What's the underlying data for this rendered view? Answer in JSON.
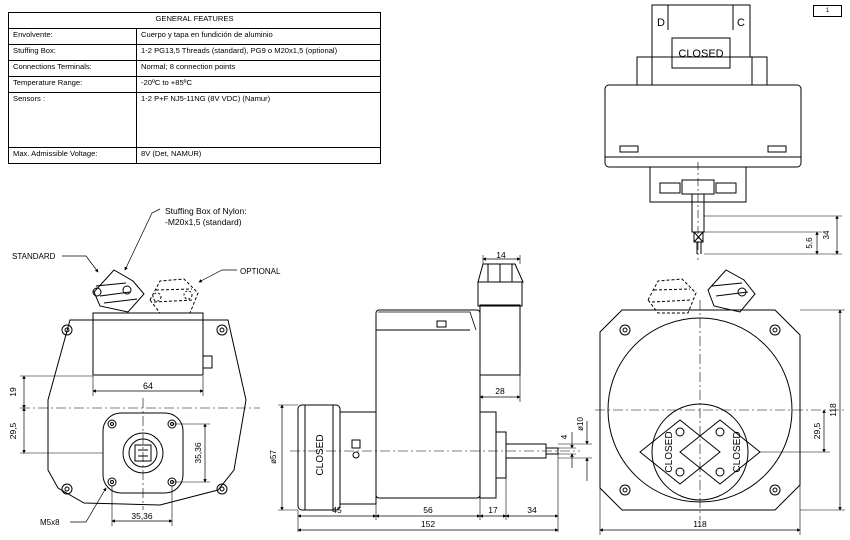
{
  "table": {
    "title": "GENERAL FEATURES",
    "rows": [
      {
        "key": "Envolvente:",
        "value": "Cuerpo y tapa en fundición de aluminio"
      },
      {
        "key": "Stuffing Box:",
        "value": "1-2 PG13,5 Threads (standard), PG9 o M20x1,5 (optional)"
      },
      {
        "key": "Connections Terminals:",
        "value": "Normal; 8 connection points"
      },
      {
        "key": "Temperature Range:",
        "value": "-20ºC to +85ºC"
      },
      {
        "key": "Sensors :",
        "value": "1-2 P+F NJ5-11NG (8V VDC) (Namur)"
      },
      {
        "key": "Max. Admissible Voltage:",
        "value": "8V (Det, NAMUR)"
      }
    ]
  },
  "page_number": "1",
  "top_view": {
    "letter_d": "D",
    "letter_c": "C",
    "label": "CLOSED"
  },
  "callouts": {
    "stuffing_box_line1": "Stuffing Box of Nylon:",
    "stuffing_box_line2": "-M20x1,5 (standard)",
    "standard": "STANDARD",
    "optional": "OPTIONAL",
    "screw": "M5x8"
  },
  "labels": {
    "closed": "CLOSED"
  },
  "dimensions": {
    "d34": "34",
    "d5_6": "5,6",
    "d64": "64",
    "d19": "19",
    "d29_5_left": "29,5",
    "d35_36_v": "35,36",
    "d35_36_h": "35,36",
    "d14": "14",
    "d28": "28",
    "d57": "ø57",
    "d10": "ø10",
    "d4": "4",
    "d45": "45",
    "d56": "56",
    "d17": "17",
    "d34_bottom": "34",
    "d152": "152",
    "d118_v": "118",
    "d29_5_right": "29,5",
    "d118_h": "118"
  }
}
